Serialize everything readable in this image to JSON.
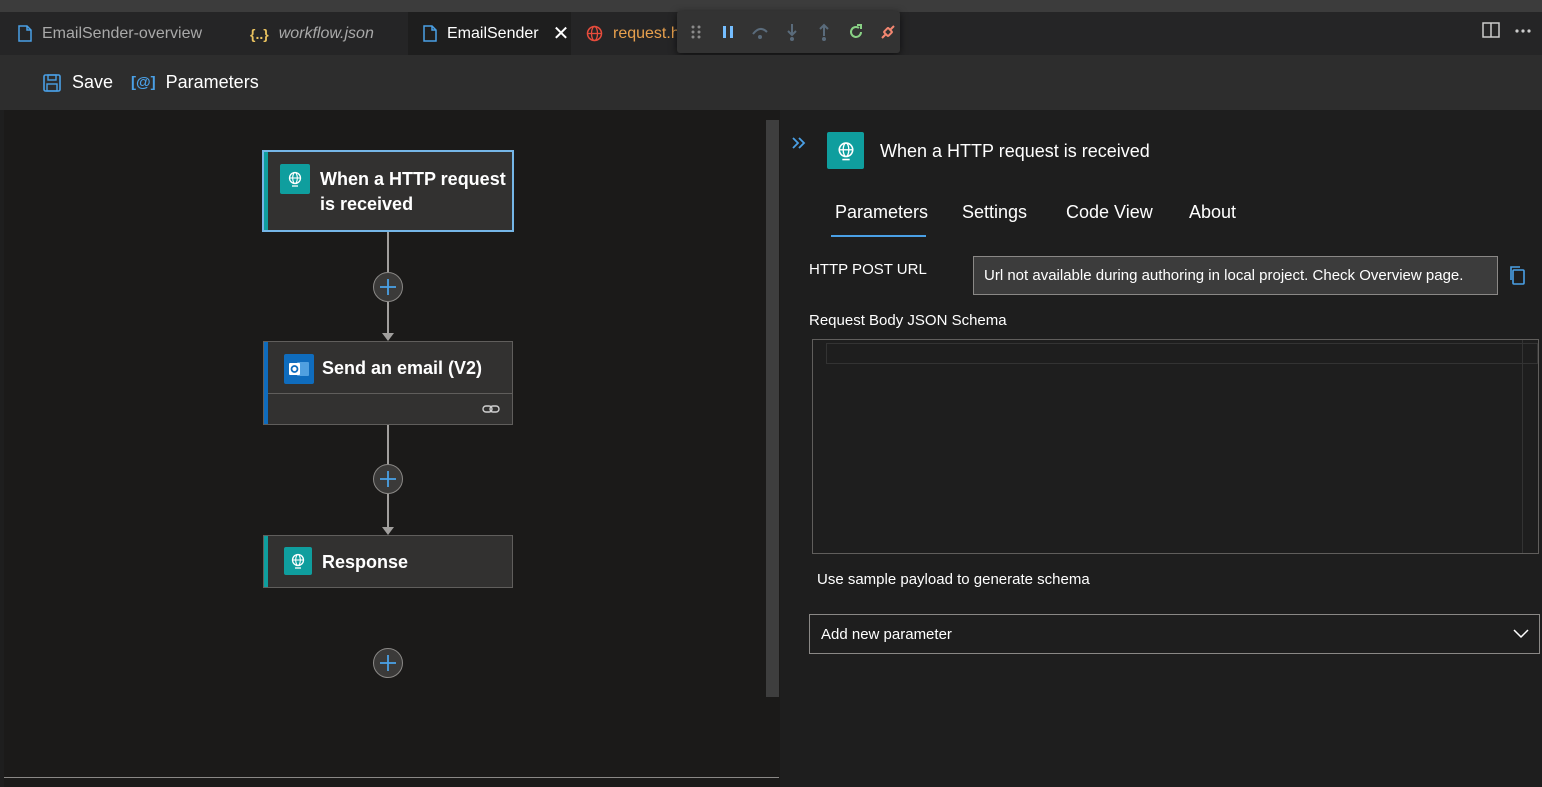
{
  "tabs": [
    {
      "label": "EmailSender-overview",
      "icon": "file-icon"
    },
    {
      "label": "workflow.json",
      "icon": "json-braces-icon"
    },
    {
      "label": "EmailSender",
      "icon": "file-icon",
      "active": true,
      "close": "✕"
    },
    {
      "label": "request.h",
      "icon": "globe-icon"
    }
  ],
  "toolbar": {
    "save_label": "Save",
    "parameters_label": "Parameters"
  },
  "canvas": {
    "trigger_title": "When a HTTP request is received",
    "email_title": "Send an email (V2)",
    "response_title": "Response"
  },
  "panel": {
    "title": "When a HTTP request is received",
    "tabs": [
      "Parameters",
      "Settings",
      "Code View",
      "About"
    ],
    "http_post_url_label": "HTTP POST URL",
    "url_value": "Url not available during authoring in local project. Check Overview page.",
    "schema_label": "Request Body JSON Schema",
    "sample_payload_link": "Use sample payload to generate schema",
    "add_param_placeholder": "Add new parameter"
  },
  "colors": {
    "teal": "#0f9e9e",
    "outlook_blue": "#0f6cbd",
    "accent_blue": "#4aa0e6",
    "selection_border": "#75b6e7",
    "json_yellow": "#e8c15e",
    "globe_red": "#e74c3c",
    "link_orange": "#e8a04d",
    "green": "#89d185"
  }
}
